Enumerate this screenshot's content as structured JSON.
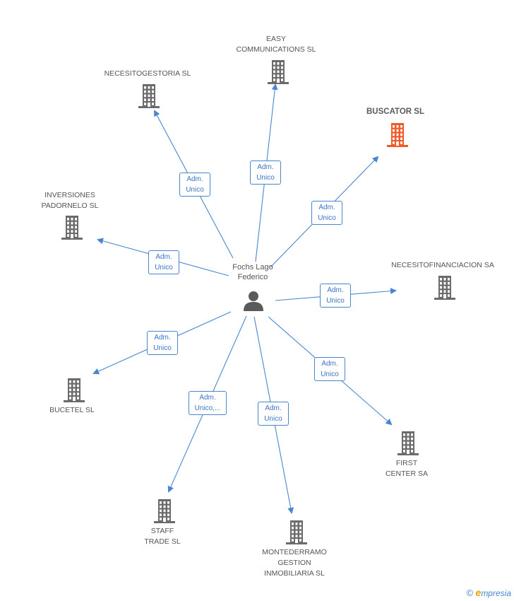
{
  "person": {
    "name": "Fochs Lago\nFederico",
    "icon": "person-icon"
  },
  "companies": [
    {
      "id": "easy",
      "name": "EASY\nCOMMUNICATIONS SL",
      "role": "Adm.\nUnico",
      "highlight": false
    },
    {
      "id": "necesitogestoria",
      "name": "NECESITOGESTORIA SL",
      "role": "Adm.\nUnico",
      "highlight": false
    },
    {
      "id": "buscator",
      "name": "BUSCATOR SL",
      "role": "Adm.\nUnico",
      "highlight": true
    },
    {
      "id": "inversiones",
      "name": "INVERSIONES\nPADORNELO SL",
      "role": "Adm.\nUnico",
      "highlight": false
    },
    {
      "id": "necesitofinanciacion",
      "name": "NECESITOFINANCIACION SA",
      "role": "Adm.\nUnico",
      "highlight": false
    },
    {
      "id": "bucetel",
      "name": "BUCETEL SL",
      "role": "Adm.\nUnico",
      "highlight": false
    },
    {
      "id": "first",
      "name": "FIRST\nCENTER SA",
      "role": "Adm.\nUnico",
      "highlight": false
    },
    {
      "id": "staff",
      "name": "STAFF\nTRADE SL",
      "role": "Adm.\nUnico,...",
      "highlight": false
    },
    {
      "id": "montederramo",
      "name": "MONTEDERRAMO\nGESTION\nINMOBILIARIA SL",
      "role": "Adm.\nUnico",
      "highlight": false
    }
  ],
  "colors": {
    "edge": "#4a86cf",
    "building": "#6b6b6b",
    "building_highlight": "#f05a28",
    "person": "#5a5a5a"
  },
  "footer": {
    "copyright": "©",
    "brand_initial": "e",
    "brand_rest": "mpresia"
  }
}
